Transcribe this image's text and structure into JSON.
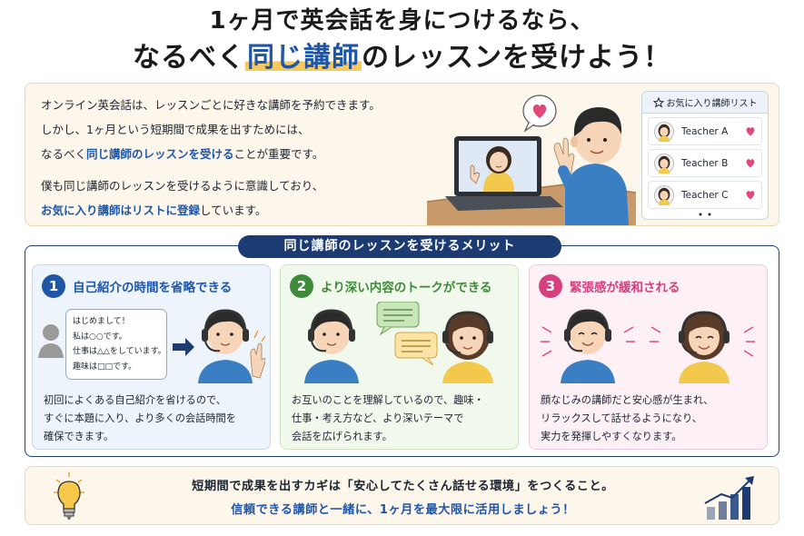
{
  "title": {
    "line1": "1ヶ月で英会話を身につけるなら、",
    "line2_pre": "なるべく",
    "line2_highlight": "同じ講師",
    "line2_post": "のレッスンを受けよう！"
  },
  "intro": {
    "line1": "オンライン英会話は、レッスンごとに好きな講師を予約できます。",
    "line2": "しかし、1ヶ月という短期間で成果を出すためには、",
    "line3_pre": "なるべく",
    "line3_highlight": "同じ講師のレッスンを受ける",
    "line3_post": "ことが重要です。",
    "line4": "僕も同じ講師のレッスンを受けるように意識しており、",
    "line5_highlight": "お気に入り講師はリストに登録",
    "line5_post": "しています。"
  },
  "favorites": {
    "title": "お気に入り講師リスト",
    "icon": "star-outline-icon",
    "items": [
      {
        "name": "Teacher A"
      },
      {
        "name": "Teacher B"
      },
      {
        "name": "Teacher C"
      }
    ],
    "more": "• •"
  },
  "merits": {
    "label": "同じ講師のレッスンを受けるメリット",
    "cards": [
      {
        "number": "1",
        "title": "自己紹介の時間を省略できる",
        "color": "#1f56a8",
        "bubble": [
          "はじめまして！",
          "私は○○です。",
          "仕事は△△をしています。",
          "趣味は□□です。"
        ],
        "desc": [
          "初回によくある自己紹介を省けるので、",
          "すぐに本題に入り、より多くの会話時間を",
          "確保できます。"
        ]
      },
      {
        "number": "2",
        "title": "より深い内容のトークができる",
        "color": "#3f8a3a",
        "desc": [
          "お互いのことを理解しているので、趣味・",
          "仕事・考え方など、より深いテーマで",
          "会話を広げられます。"
        ]
      },
      {
        "number": "3",
        "title": "緊張感が緩和される",
        "color": "#d6407e",
        "desc": [
          "顔なじみの講師だと安心感が生まれ、",
          "リラックスして話せるようになり、",
          "実力を発揮しやすくなります。"
        ]
      }
    ]
  },
  "bottom": {
    "line1": "短期間で成果を出すカギは「安心してたくさん話せる環境」をつくること。",
    "line2": "信頼できる講師と一緒に、1ヶ月を最大限に活用しましょう！"
  },
  "colors": {
    "accent_blue": "#1f56a8",
    "navy": "#1d3b73",
    "highlight": "#f7c95a",
    "heart": "#e0497a",
    "cream": "#fdf6ea"
  }
}
